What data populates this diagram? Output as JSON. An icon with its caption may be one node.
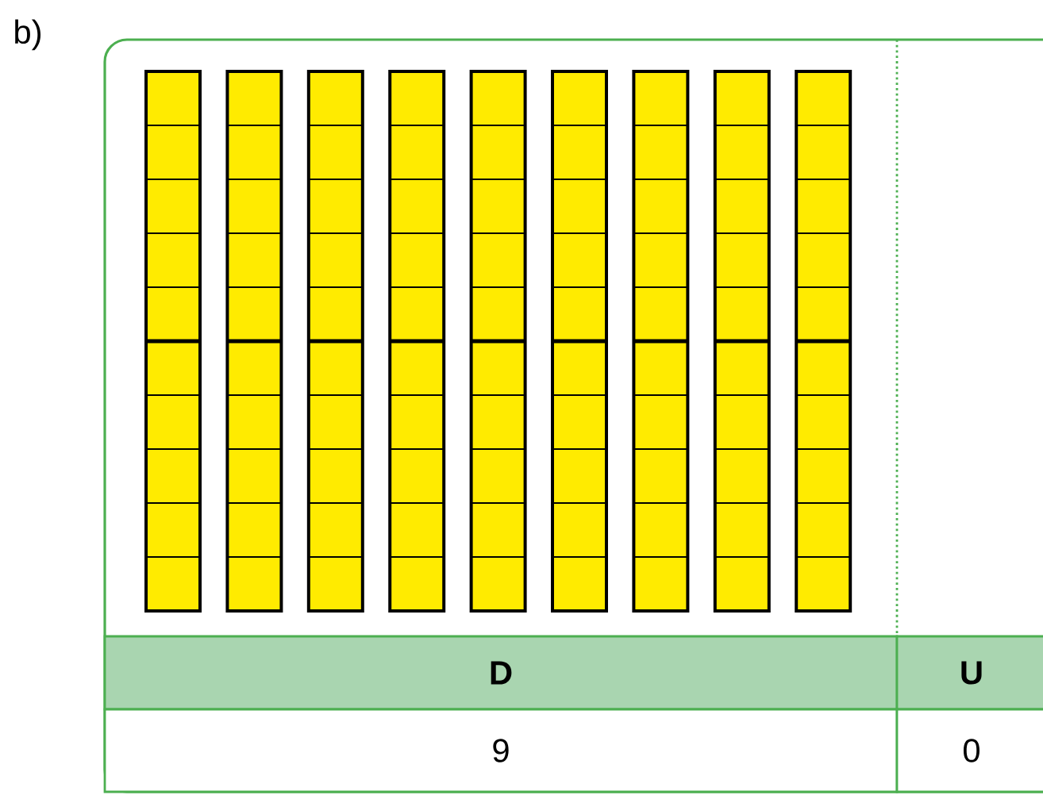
{
  "diagram": {
    "labels": [
      "b)",
      "D",
      "U",
      "9",
      "0"
    ]
  }
}
